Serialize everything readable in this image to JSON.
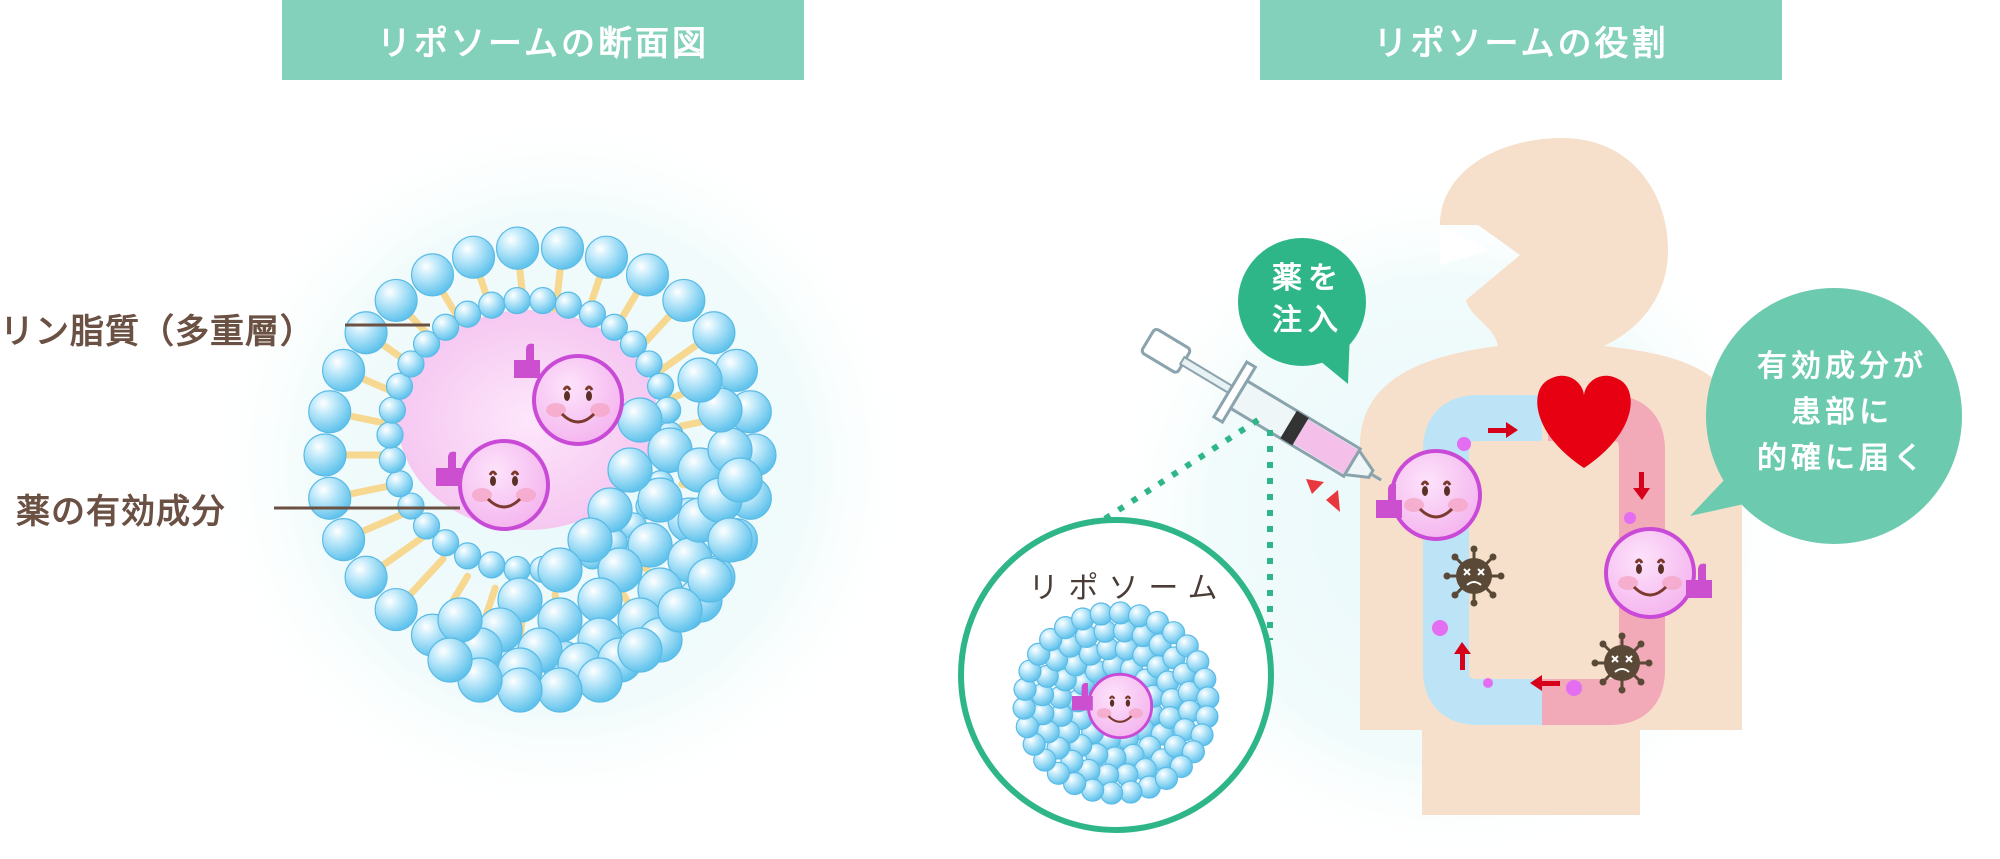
{
  "left_panel": {
    "title": "リポソームの断面図",
    "label_phospholipid": "リン脂質（多重層）",
    "label_drug": "薬の有効成分"
  },
  "right_panel": {
    "title": "リポソームの役割",
    "bubble_inject_line1": "薬を",
    "bubble_inject_line2": "注入",
    "bubble_reach_line1": "有効成分が",
    "bubble_reach_line2": "患部に",
    "bubble_reach_line3": "的確に届く",
    "liposome_caption": "リポソーム"
  },
  "colors": {
    "banner": "#83d1bb",
    "bubble": "#6ccaae",
    "bubble_dark": "#2fb688",
    "text_brown": "#6b5143",
    "lipid_blue": "#8fd3f3",
    "lipid_tail": "#f7d890",
    "drug_pink": "#f5b3ec",
    "drug_outline": "#d14fd6",
    "body": "#f7e0cb",
    "blood_blue": "#bde3f6",
    "blood_red": "#f2a9b8",
    "heart": "#e60012",
    "virus": "#5a4936"
  },
  "icons": [
    "heart-icon",
    "syringe-icon",
    "virus-icon",
    "drug-smiley-icon",
    "arrow-icon"
  ]
}
